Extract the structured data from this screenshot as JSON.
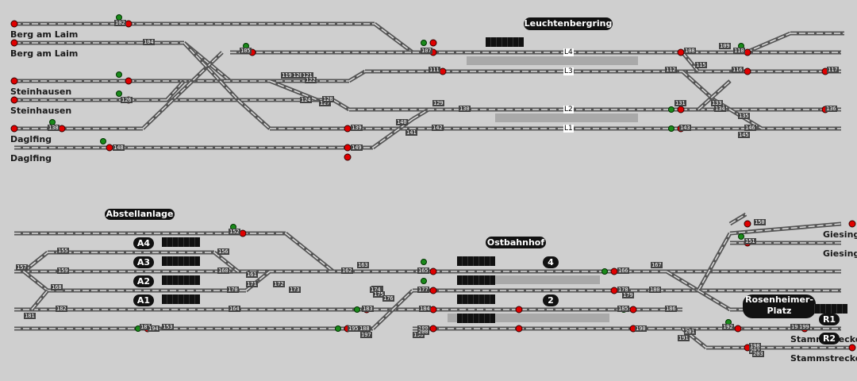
{
  "stations": {
    "upper_title": "Leuchtenbergring",
    "lower_title_left": "Abstellanlage",
    "lower_title_mid": "Ostbahnhof",
    "lower_title_right": "Rosenheimer-Platz"
  },
  "left_labels": [
    "Berg am Laim",
    "Berg am Laim",
    "Steinhausen",
    "Steinhausen",
    "Daglfing",
    "Daglfing"
  ],
  "right_labels": [
    "Giesing",
    "Giesing",
    "Stammstrecke",
    "Stammstrecke"
  ],
  "tracks": {
    "upper": [
      "L4",
      "L3",
      "L2",
      "L1"
    ],
    "lower_left": [
      "A4",
      "A3",
      "A2",
      "A1"
    ],
    "lower_mid": [
      "4",
      "2"
    ],
    "lower_right": [
      "R1",
      "R2"
    ]
  },
  "signals_upper": [
    "102",
    "104",
    "105",
    "107",
    "108",
    "109",
    "110",
    "111",
    "112",
    "115",
    "116",
    "117",
    "119",
    "120",
    "121",
    "122",
    "124",
    "126",
    "127",
    "128",
    "129",
    "130",
    "131",
    "133",
    "134",
    "135",
    "136",
    "138",
    "139",
    "140",
    "141",
    "142",
    "143",
    "145",
    "146",
    "148",
    "149"
  ],
  "signals_lower": [
    "150",
    "151",
    "152",
    "153",
    "155",
    "156",
    "157",
    "159",
    "160",
    "161",
    "162",
    "163",
    "164",
    "165",
    "166",
    "167",
    "168",
    "169",
    "170",
    "171",
    "172",
    "173",
    "174",
    "175",
    "176",
    "177",
    "178",
    "179",
    "180",
    "181",
    "182",
    "183",
    "184",
    "185",
    "186",
    "187",
    "188",
    "189",
    "190",
    "191",
    "192",
    "193",
    "194",
    "195",
    "196",
    "197",
    "198",
    "199",
    "200",
    "201",
    "202",
    "203"
  ],
  "colors": {
    "background": "#cfcfcf",
    "track": "#555555",
    "track_dash": "#dddddd",
    "signal_red": "#e00000",
    "signal_green": "#1a8a1a",
    "label_bg": "#111111"
  }
}
